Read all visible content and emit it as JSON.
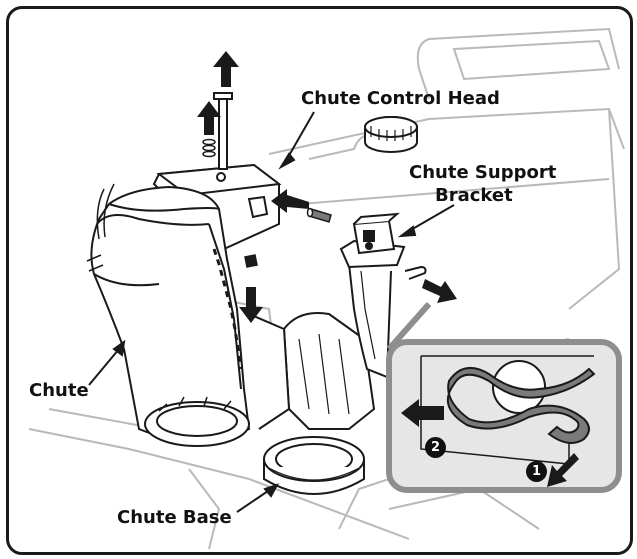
{
  "labels": {
    "chute_control_head": "Chute Control Head",
    "chute_support_bracket_line1": "Chute Support",
    "chute_support_bracket_line2": "Bracket",
    "chute": "Chute",
    "chute_base": "Chute Base"
  },
  "steps": {
    "first": "1",
    "second": "2"
  },
  "colors": {
    "line": "#1a1a1a",
    "ghost": "#b9b9b9",
    "inset_fill": "#e6e6e6",
    "inset_border": "#8e8e8e",
    "pin_fill": "#7a7a7a"
  }
}
